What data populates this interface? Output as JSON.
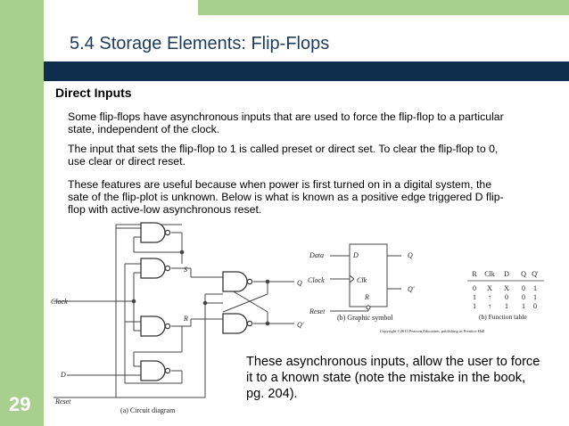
{
  "slide": {
    "title": "5.4 Storage Elements: Flip-Flops",
    "section_heading": "Direct Inputs",
    "paragraphs": [
      "Some flip-flops have asynchronous inputs that are used to force the flip-flop to a particular state, independent of the clock.",
      "The input that sets the flip-flop to 1 is called preset or direct set. To clear the flip-flop to 0, use clear or direct reset.",
      "These features are useful because when power is first turned on in a digital system, the sate of the flip-plot is unknown. Below is what is known as a positive edge triggered D flip-flop with active-low asynchronous reset."
    ],
    "callout": "These asynchronous inputs, allow the user to force it to a known state (note the mistake in the book, pg. 204).",
    "slide_number": "29"
  },
  "figure": {
    "circuit": {
      "labels": {
        "clock": "Clock",
        "d": "D",
        "reset": "Reset",
        "s": "S",
        "r": "R",
        "q": "Q",
        "q_prime": "Q′"
      },
      "caption": "(a) Circuit diagram"
    },
    "symbol": {
      "labels": {
        "data": "Data",
        "clock": "Clock",
        "reset": "Reset",
        "d": "D",
        "clk": "Clk",
        "r": "R",
        "q": "Q",
        "q_prime": "Q′"
      },
      "caption": "(b) Graphic symbol"
    },
    "function_table": {
      "headers": [
        "R",
        "Clk",
        "D",
        "Q",
        "Q′"
      ],
      "rows": [
        [
          "0",
          "X",
          "X",
          "0",
          "1"
        ],
        [
          "1",
          "↑",
          "0",
          "0",
          "1"
        ],
        [
          "1",
          "↑",
          "1",
          "1",
          "0"
        ]
      ],
      "caption": "(b) Function table"
    },
    "copyright": "Copyright ©2013 Pearson Education, publishing as Prentice Hall"
  },
  "colors": {
    "band": "#a9cf8f",
    "title_bar": "#0f2d4d",
    "title_text": "#1f3b5c"
  }
}
